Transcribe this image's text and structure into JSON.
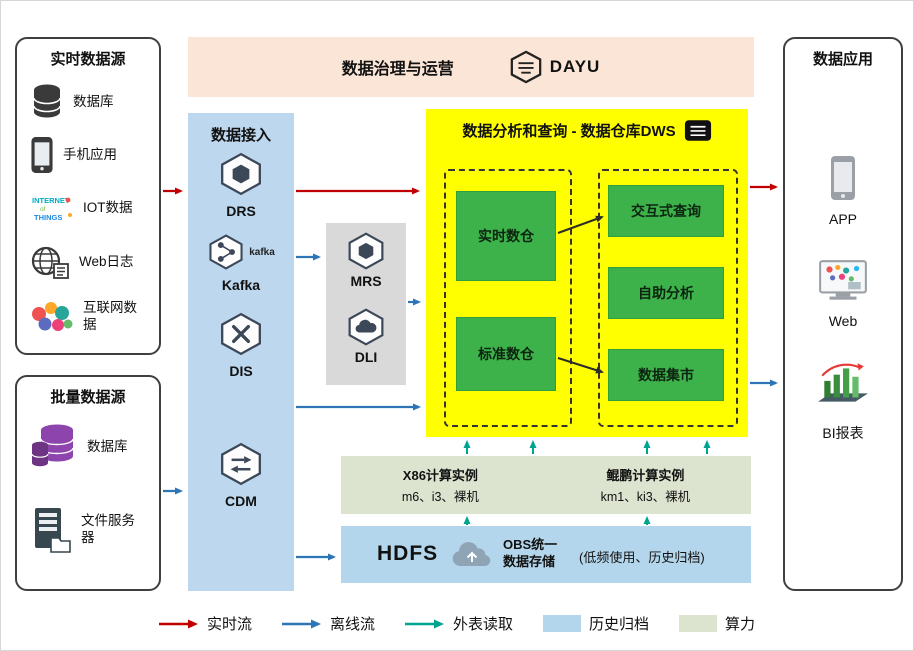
{
  "colors": {
    "realtime_flow": "#c00000",
    "offline_flow": "#2e75b6",
    "external_read": "#00a390",
    "archive_swatch": "#b4d6ec",
    "compute_swatch": "#dce3cf",
    "dws_bg": "#ffff00",
    "green_box": "#3db14a",
    "banner_bg": "#fbe5d6",
    "ingestion_bg": "#bdd7ee",
    "gray_box": "#d9d9d9"
  },
  "realtime_sources": {
    "title": "实时数据源",
    "items": [
      {
        "label": "数据库",
        "icon": "database-icon"
      },
      {
        "label": "手机应用",
        "icon": "mobile-icon"
      },
      {
        "label": "IOT数据",
        "icon": "iot-icon"
      },
      {
        "label": "Web日志",
        "icon": "web-log-icon"
      },
      {
        "label": "互联网数据",
        "icon": "internet-data-icon"
      }
    ]
  },
  "batch_sources": {
    "title": "批量数据源",
    "items": [
      {
        "label": "数据库",
        "icon": "database-purple-icon"
      },
      {
        "label": "文件服务器",
        "icon": "file-server-icon"
      }
    ]
  },
  "governance": {
    "title": "数据治理与运营",
    "logo_text": "DAYU"
  },
  "ingestion": {
    "title": "数据接入",
    "services": [
      {
        "label": "DRS"
      },
      {
        "label": "Kafka",
        "badge": "kafka"
      },
      {
        "label": "DIS"
      },
      {
        "label": "CDM"
      }
    ]
  },
  "processing": {
    "items": [
      {
        "label": "MRS"
      },
      {
        "label": "DLI"
      }
    ]
  },
  "dws": {
    "title": "数据分析和查询 - 数据仓库DWS",
    "warehouses": [
      {
        "label": "实时数仓"
      },
      {
        "label": "标准数仓"
      }
    ],
    "analytics": [
      {
        "label": "交互式查询"
      },
      {
        "label": "自助分析"
      },
      {
        "label": "数据集市"
      }
    ]
  },
  "compute": {
    "x86": {
      "title": "X86计算实例",
      "detail": "m6、i3、裸机"
    },
    "kunpeng": {
      "title": "鲲鹏计算实例",
      "detail": "km1、ki3、裸机"
    }
  },
  "storage": {
    "hdfs": "HDFS",
    "obs_line1": "OBS统一",
    "obs_line2": "数据存储",
    "note": "(低频使用、历史归档)"
  },
  "applications": {
    "title": "数据应用",
    "items": [
      {
        "label": "APP",
        "icon": "app-icon"
      },
      {
        "label": "Web",
        "icon": "web-icon"
      },
      {
        "label": "BI报表",
        "icon": "bi-report-icon"
      }
    ]
  },
  "legend": {
    "items": [
      {
        "label": "实时流",
        "type": "arrow",
        "color": "#c00000"
      },
      {
        "label": "离线流",
        "type": "arrow",
        "color": "#2e75b6"
      },
      {
        "label": "外表读取",
        "type": "arrow",
        "color": "#00a390"
      },
      {
        "label": "历史归档",
        "type": "swatch",
        "color": "#b4d6ec"
      },
      {
        "label": "算力",
        "type": "swatch",
        "color": "#dce3cf"
      }
    ]
  }
}
